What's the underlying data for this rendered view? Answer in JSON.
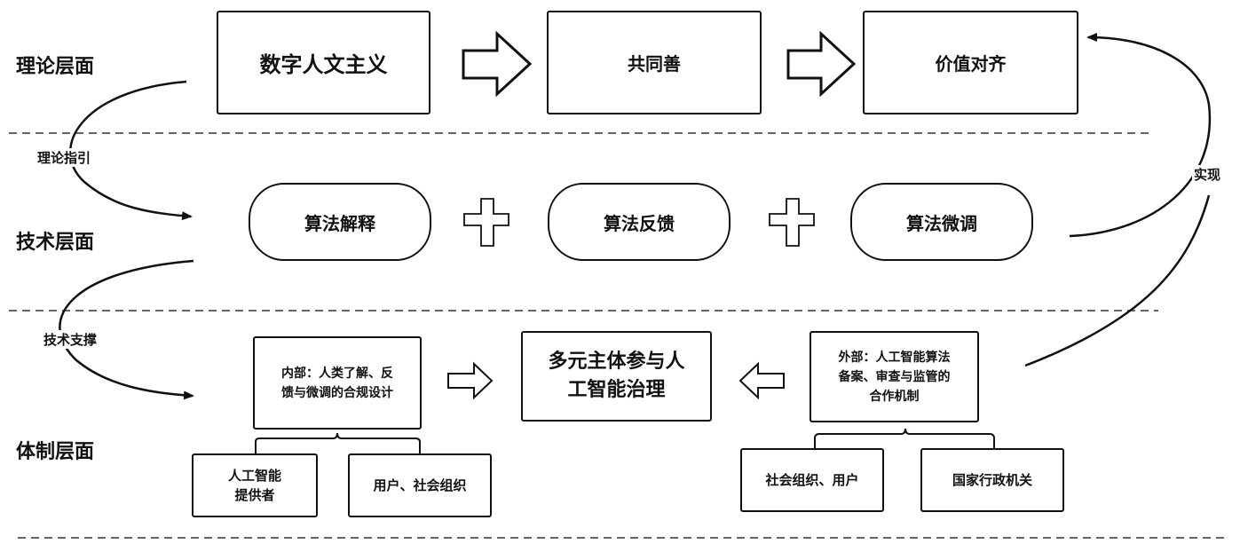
{
  "layers": {
    "theory": "理论层面",
    "technology": "技术层面",
    "institution": "体制层面"
  },
  "connectors": {
    "theory_guidance": "理论指引",
    "tech_support": "技术支撑",
    "realize": "实现"
  },
  "theory_boxes": [
    "数字人文主义",
    "共同善",
    "价值对齐"
  ],
  "tech_boxes": [
    "算法解释",
    "算法反馈",
    "算法微调"
  ],
  "institution": {
    "internal": {
      "line1": "内部：人类了解、反",
      "line2": "馈与微调的合规设计",
      "children": [
        {
          "line1": "人工智能",
          "line2": "提供者"
        },
        {
          "line1": "用户、社会组织",
          "line2": ""
        }
      ]
    },
    "center": {
      "line1": "多元主体参与人",
      "line2": "工智能治理"
    },
    "external": {
      "line1": "外部：人工智能算法",
      "line2": "备案、审查与监管的",
      "line3": "合作机制",
      "children": [
        "社会组织、用户",
        "国家行政机关"
      ]
    }
  }
}
